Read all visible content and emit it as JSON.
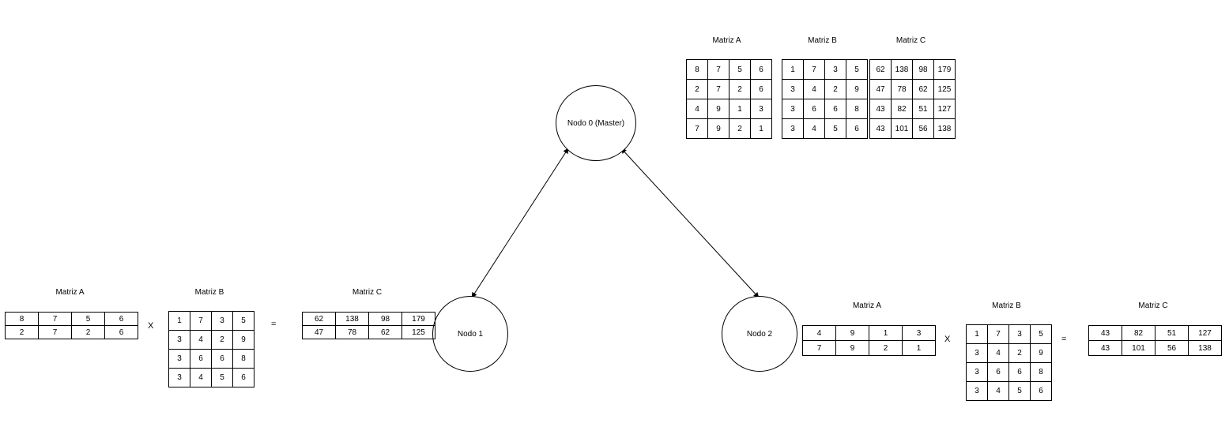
{
  "nodes": {
    "master": "Nodo 0 (Master)",
    "node1": "Nodo 1",
    "node2": "Nodo 2"
  },
  "operators": {
    "multiply": "X",
    "equals": "="
  },
  "master_group": {
    "a_title": "Matriz A",
    "b_title": "Matriz B",
    "c_title": "Matriz C",
    "a": [
      [
        "8",
        "7",
        "5",
        "6"
      ],
      [
        "2",
        "7",
        "2",
        "6"
      ],
      [
        "4",
        "9",
        "1",
        "3"
      ],
      [
        "7",
        "9",
        "2",
        "1"
      ]
    ],
    "b": [
      [
        "1",
        "7",
        "3",
        "5"
      ],
      [
        "3",
        "4",
        "2",
        "9"
      ],
      [
        "3",
        "6",
        "6",
        "8"
      ],
      [
        "3",
        "4",
        "5",
        "6"
      ]
    ],
    "c": [
      [
        "62",
        "138",
        "98",
        "179"
      ],
      [
        "47",
        "78",
        "62",
        "125"
      ],
      [
        "43",
        "82",
        "51",
        "127"
      ],
      [
        "43",
        "101",
        "56",
        "138"
      ]
    ]
  },
  "node1_group": {
    "a_title": "Matriz A",
    "b_title": "Matriz B",
    "c_title": "Matriz C",
    "a": [
      [
        "8",
        "7",
        "5",
        "6"
      ],
      [
        "2",
        "7",
        "2",
        "6"
      ]
    ],
    "b": [
      [
        "1",
        "7",
        "3",
        "5"
      ],
      [
        "3",
        "4",
        "2",
        "9"
      ],
      [
        "3",
        "6",
        "6",
        "8"
      ],
      [
        "3",
        "4",
        "5",
        "6"
      ]
    ],
    "c": [
      [
        "62",
        "138",
        "98",
        "179"
      ],
      [
        "47",
        "78",
        "62",
        "125"
      ]
    ]
  },
  "node2_group": {
    "a_title": "Matriz A",
    "b_title": "Matriz B",
    "c_title": "Matriz C",
    "a": [
      [
        "4",
        "9",
        "1",
        "3"
      ],
      [
        "7",
        "9",
        "2",
        "1"
      ]
    ],
    "b": [
      [
        "1",
        "7",
        "3",
        "5"
      ],
      [
        "3",
        "4",
        "2",
        "9"
      ],
      [
        "3",
        "6",
        "6",
        "8"
      ],
      [
        "3",
        "4",
        "5",
        "6"
      ]
    ],
    "c": [
      [
        "43",
        "82",
        "51",
        "127"
      ],
      [
        "43",
        "101",
        "56",
        "138"
      ]
    ]
  }
}
